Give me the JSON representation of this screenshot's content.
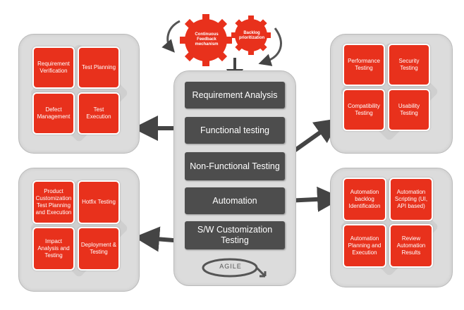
{
  "gears": {
    "left": "Continuous Feedback mechanism",
    "right": "Backlog prioritization"
  },
  "center": {
    "phases": [
      "Requirement Analysis",
      "Functional testing",
      "Non-Functional Testing",
      "Automation",
      "S/W Customization Testing"
    ],
    "agile_label": "AGILE"
  },
  "panels": {
    "top_left": [
      "Requirement Verification",
      "Test Planning",
      "Defect Management",
      "Test Execution"
    ],
    "bottom_left": [
      "Product Customization Test Planning and Execution",
      "Hotfix Testing",
      "Impact Analysis and Testing",
      "Deployment & Testing"
    ],
    "top_right": [
      "Performance Testing",
      "Security Testing",
      "Compatibility Testing",
      "Usability Testing"
    ],
    "bottom_right": [
      "Automation backlog Identification",
      "Automation Scripting (UI, API based)",
      "Automation Planning and Execution",
      "Review Automation Results"
    ]
  },
  "colors": {
    "accent_red": "#e8311c",
    "phase_dark": "#4d4d4d",
    "panel_gray": "#dcdcdc",
    "arrow_gray": "#444444"
  }
}
